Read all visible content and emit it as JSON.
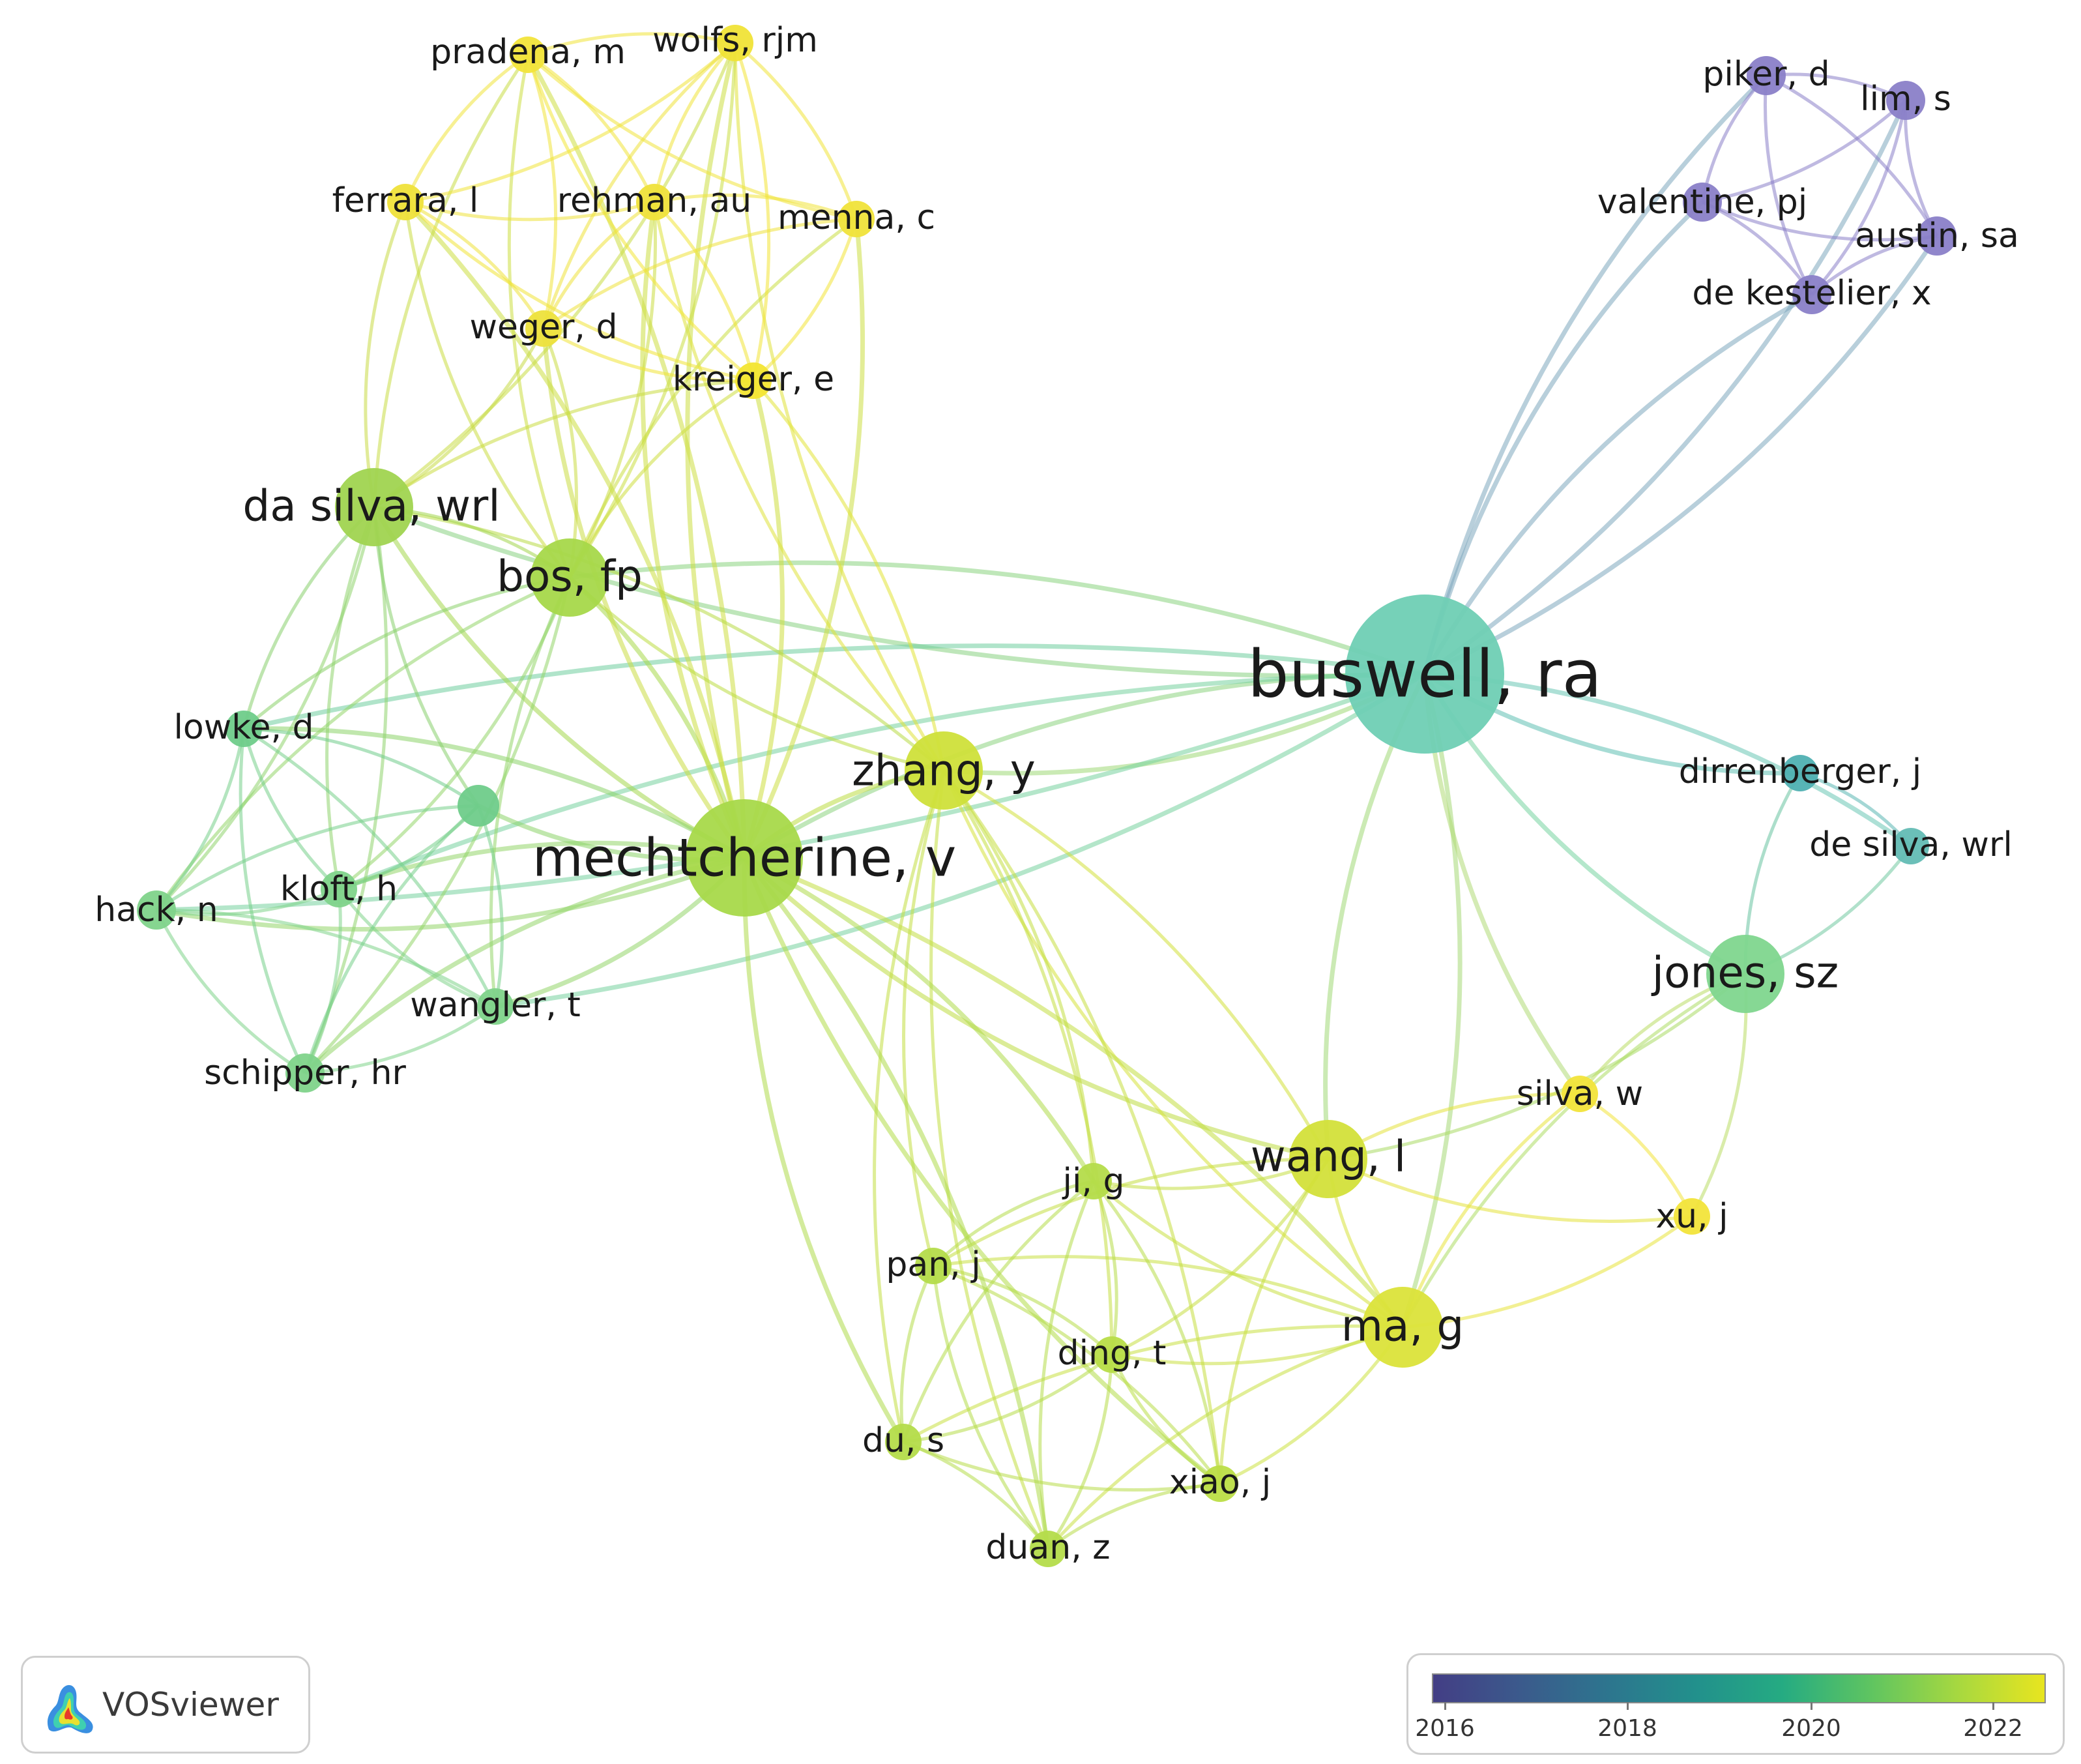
{
  "nodes": [
    {
      "id": "buswell",
      "label": "buswell, ra",
      "color": "#6fcfb4"
    },
    {
      "id": "mechtcherine",
      "label": "mechtcherine, v",
      "color": "#a8d94a"
    },
    {
      "id": "zhang",
      "label": "zhang, y",
      "color": "#cfe03a"
    },
    {
      "id": "bos",
      "label": "bos, fp",
      "color": "#a6d84a"
    },
    {
      "id": "dasilva",
      "label": "da silva, wrl",
      "color": "#a0d450"
    },
    {
      "id": "wangl",
      "label": "wang, l",
      "color": "#d3e03a"
    },
    {
      "id": "mag",
      "label": "ma, g",
      "color": "#dbe33a"
    },
    {
      "id": "jones",
      "label": "jones, sz",
      "color": "#7fd68e"
    },
    {
      "id": "pradena",
      "label": "pradena, m",
      "color": "#f2e43a"
    },
    {
      "id": "wolfs",
      "label": "wolfs, rjm",
      "color": "#f0e337"
    },
    {
      "id": "ferrara",
      "label": "ferrara, l",
      "color": "#efe23a"
    },
    {
      "id": "rehman",
      "label": "rehman, au",
      "color": "#efe23a"
    },
    {
      "id": "menna",
      "label": "menna, c",
      "color": "#f0e33a"
    },
    {
      "id": "weger",
      "label": "weger, d",
      "color": "#ede13c"
    },
    {
      "id": "kreiger",
      "label": "kreiger, e",
      "color": "#f3e532"
    },
    {
      "id": "piker",
      "label": "piker, d",
      "color": "#8a80c8"
    },
    {
      "id": "lim",
      "label": "lim, s",
      "color": "#8a80c8"
    },
    {
      "id": "valentine",
      "label": "valentine, pj",
      "color": "#8a80c8"
    },
    {
      "id": "austin",
      "label": "austin, sa",
      "color": "#8a80c8"
    },
    {
      "id": "dekestelier",
      "label": "de kestelier, x",
      "color": "#8a80c8"
    },
    {
      "id": "dirrenberger",
      "label": "dirrenberger, j",
      "color": "#4fb0b2"
    },
    {
      "id": "desilva",
      "label": "de silva, wrl",
      "color": "#63bcb4"
    },
    {
      "id": "lowke",
      "label": "lowke, d",
      "color": "#6fcc8a"
    },
    {
      "id": "unlabeled",
      "label": "",
      "color": "#6fcc8a"
    },
    {
      "id": "hack",
      "label": "hack, n",
      "color": "#7fd38a"
    },
    {
      "id": "kloft",
      "label": "kloft, h",
      "color": "#7fd38a"
    },
    {
      "id": "wangler",
      "label": "wangler, t",
      "color": "#7fd38a"
    },
    {
      "id": "schipper",
      "label": "schipper, hr",
      "color": "#7fd38a"
    },
    {
      "id": "silvaw",
      "label": "silva, w",
      "color": "#f2e43a"
    },
    {
      "id": "xuj",
      "label": "xu, j",
      "color": "#f2e43a"
    },
    {
      "id": "jig",
      "label": "ji, g",
      "color": "#b4dc4a"
    },
    {
      "id": "panj",
      "label": "pan, j",
      "color": "#b4dc4a"
    },
    {
      "id": "dingt",
      "label": "ding, t",
      "color": "#b8dd48"
    },
    {
      "id": "dus",
      "label": "du, s",
      "color": "#b4dc4a"
    },
    {
      "id": "xiaoj",
      "label": "xiao, j",
      "color": "#bcde46"
    },
    {
      "id": "duanz",
      "label": "duan, z",
      "color": "#b4dc4a"
    }
  ],
  "links": [
    [
      "buswell",
      "mechtcherine"
    ],
    [
      "buswell",
      "zhang"
    ],
    [
      "buswell",
      "bos"
    ],
    [
      "buswell",
      "dasilva"
    ],
    [
      "buswell",
      "wangl"
    ],
    [
      "buswell",
      "mag"
    ],
    [
      "buswell",
      "jones"
    ],
    [
      "buswell",
      "piker"
    ],
    [
      "buswell",
      "lim"
    ],
    [
      "buswell",
      "valentine"
    ],
    [
      "buswell",
      "austin"
    ],
    [
      "buswell",
      "dekestelier"
    ],
    [
      "buswell",
      "dirrenberger"
    ],
    [
      "buswell",
      "desilva"
    ],
    [
      "buswell",
      "lowke"
    ],
    [
      "buswell",
      "hack"
    ],
    [
      "buswell",
      "kloft"
    ],
    [
      "buswell",
      "wangler"
    ],
    [
      "buswell",
      "silvaw"
    ],
    [
      "piker",
      "lim"
    ],
    [
      "piker",
      "valentine"
    ],
    [
      "piker",
      "austin"
    ],
    [
      "piker",
      "dekestelier"
    ],
    [
      "lim",
      "valentine"
    ],
    [
      "lim",
      "austin"
    ],
    [
      "lim",
      "dekestelier"
    ],
    [
      "valentine",
      "austin"
    ],
    [
      "valentine",
      "dekestelier"
    ],
    [
      "austin",
      "dekestelier"
    ],
    [
      "jones",
      "dirrenberger"
    ],
    [
      "jones",
      "desilva"
    ],
    [
      "jones",
      "wangl"
    ],
    [
      "jones",
      "mag"
    ],
    [
      "jones",
      "xuj"
    ],
    [
      "jones",
      "silvaw"
    ],
    [
      "dirrenberger",
      "desilva"
    ],
    [
      "wangl",
      "mag"
    ],
    [
      "wangl",
      "silvaw"
    ],
    [
      "wangl",
      "xuj"
    ],
    [
      "wangl",
      "jig"
    ],
    [
      "wangl",
      "panj"
    ],
    [
      "wangl",
      "dingt"
    ],
    [
      "wangl",
      "xiaoj"
    ],
    [
      "wangl",
      "mechtcherine"
    ],
    [
      "wangl",
      "zhang"
    ],
    [
      "mag",
      "silvaw"
    ],
    [
      "mag",
      "xuj"
    ],
    [
      "mag",
      "jig"
    ],
    [
      "mag",
      "panj"
    ],
    [
      "mag",
      "dingt"
    ],
    [
      "mag",
      "dus"
    ],
    [
      "mag",
      "xiaoj"
    ],
    [
      "mag",
      "duanz"
    ],
    [
      "mag",
      "zhang"
    ],
    [
      "mag",
      "mechtcherine"
    ],
    [
      "silvaw",
      "xuj"
    ],
    [
      "jig",
      "panj"
    ],
    [
      "jig",
      "dingt"
    ],
    [
      "jig",
      "dus"
    ],
    [
      "jig",
      "xiaoj"
    ],
    [
      "jig",
      "duanz"
    ],
    [
      "panj",
      "dingt"
    ],
    [
      "panj",
      "dus"
    ],
    [
      "panj",
      "xiaoj"
    ],
    [
      "panj",
      "duanz"
    ],
    [
      "dingt",
      "dus"
    ],
    [
      "dingt",
      "xiaoj"
    ],
    [
      "dingt",
      "duanz"
    ],
    [
      "dus",
      "xiaoj"
    ],
    [
      "dus",
      "duanz"
    ],
    [
      "xiaoj",
      "duanz"
    ],
    [
      "zhang",
      "jig"
    ],
    [
      "zhang",
      "panj"
    ],
    [
      "zhang",
      "dingt"
    ],
    [
      "zhang",
      "dus"
    ],
    [
      "zhang",
      "xiaoj"
    ],
    [
      "zhang",
      "duanz"
    ],
    [
      "mechtcherine",
      "jig"
    ],
    [
      "mechtcherine",
      "dus"
    ],
    [
      "mechtcherine",
      "duanz"
    ],
    [
      "mechtcherine",
      "xiaoj"
    ],
    [
      "mechtcherine",
      "zhang"
    ],
    [
      "mechtcherine",
      "bos"
    ],
    [
      "mechtcherine",
      "dasilva"
    ],
    [
      "mechtcherine",
      "lowke"
    ],
    [
      "mechtcherine",
      "hack"
    ],
    [
      "mechtcherine",
      "kloft"
    ],
    [
      "mechtcherine",
      "wangler"
    ],
    [
      "mechtcherine",
      "schipper"
    ],
    [
      "mechtcherine",
      "unlabeled"
    ],
    [
      "mechtcherine",
      "pradena"
    ],
    [
      "mechtcherine",
      "wolfs"
    ],
    [
      "mechtcherine",
      "ferrara"
    ],
    [
      "mechtcherine",
      "rehman"
    ],
    [
      "mechtcherine",
      "menna"
    ],
    [
      "mechtcherine",
      "weger"
    ],
    [
      "mechtcherine",
      "kreiger"
    ],
    [
      "zhang",
      "bos"
    ],
    [
      "zhang",
      "dasilva"
    ],
    [
      "zhang",
      "wolfs"
    ],
    [
      "zhang",
      "kreiger"
    ],
    [
      "zhang",
      "rehman"
    ],
    [
      "bos",
      "dasilva"
    ],
    [
      "bos",
      "pradena"
    ],
    [
      "bos",
      "wolfs"
    ],
    [
      "bos",
      "ferrara"
    ],
    [
      "bos",
      "rehman"
    ],
    [
      "bos",
      "menna"
    ],
    [
      "bos",
      "weger"
    ],
    [
      "bos",
      "kreiger"
    ],
    [
      "bos",
      "lowke"
    ],
    [
      "bos",
      "kloft"
    ],
    [
      "bos",
      "wangler"
    ],
    [
      "bos",
      "schipper"
    ],
    [
      "bos",
      "hack"
    ],
    [
      "dasilva",
      "pradena"
    ],
    [
      "dasilva",
      "wolfs"
    ],
    [
      "dasilva",
      "ferrara"
    ],
    [
      "dasilva",
      "weger"
    ],
    [
      "dasilva",
      "kreiger"
    ],
    [
      "dasilva",
      "lowke"
    ],
    [
      "dasilva",
      "hack"
    ],
    [
      "dasilva",
      "kloft"
    ],
    [
      "dasilva",
      "schipper"
    ],
    [
      "dasilva",
      "unlabeled"
    ],
    [
      "pradena",
      "wolfs"
    ],
    [
      "pradena",
      "ferrara"
    ],
    [
      "pradena",
      "rehman"
    ],
    [
      "pradena",
      "menna"
    ],
    [
      "pradena",
      "weger"
    ],
    [
      "pradena",
      "kreiger"
    ],
    [
      "wolfs",
      "ferrara"
    ],
    [
      "wolfs",
      "rehman"
    ],
    [
      "wolfs",
      "menna"
    ],
    [
      "wolfs",
      "weger"
    ],
    [
      "wolfs",
      "kreiger"
    ],
    [
      "ferrara",
      "rehman"
    ],
    [
      "ferrara",
      "weger"
    ],
    [
      "ferrara",
      "kreiger"
    ],
    [
      "rehman",
      "menna"
    ],
    [
      "rehman",
      "weger"
    ],
    [
      "rehman",
      "kreiger"
    ],
    [
      "menna",
      "weger"
    ],
    [
      "menna",
      "kreiger"
    ],
    [
      "weger",
      "kreiger"
    ],
    [
      "lowke",
      "hack"
    ],
    [
      "lowke",
      "kloft"
    ],
    [
      "lowke",
      "wangler"
    ],
    [
      "lowke",
      "schipper"
    ],
    [
      "lowke",
      "unlabeled"
    ],
    [
      "hack",
      "kloft"
    ],
    [
      "hack",
      "wangler"
    ],
    [
      "hack",
      "schipper"
    ],
    [
      "hack",
      "unlabeled"
    ],
    [
      "kloft",
      "wangler"
    ],
    [
      "kloft",
      "schipper"
    ],
    [
      "kloft",
      "unlabeled"
    ],
    [
      "wangler",
      "schipper"
    ],
    [
      "wangler",
      "unlabeled"
    ],
    [
      "schipper",
      "unlabeled"
    ]
  ],
  "logo": {
    "text": "VOSviewer"
  },
  "legend": {
    "labels": [
      "2016",
      "2018",
      "2020",
      "2022"
    ],
    "colors": [
      "#433e85",
      "#2d758e",
      "#25ab82",
      "#a6d840",
      "#e8e51f"
    ]
  }
}
